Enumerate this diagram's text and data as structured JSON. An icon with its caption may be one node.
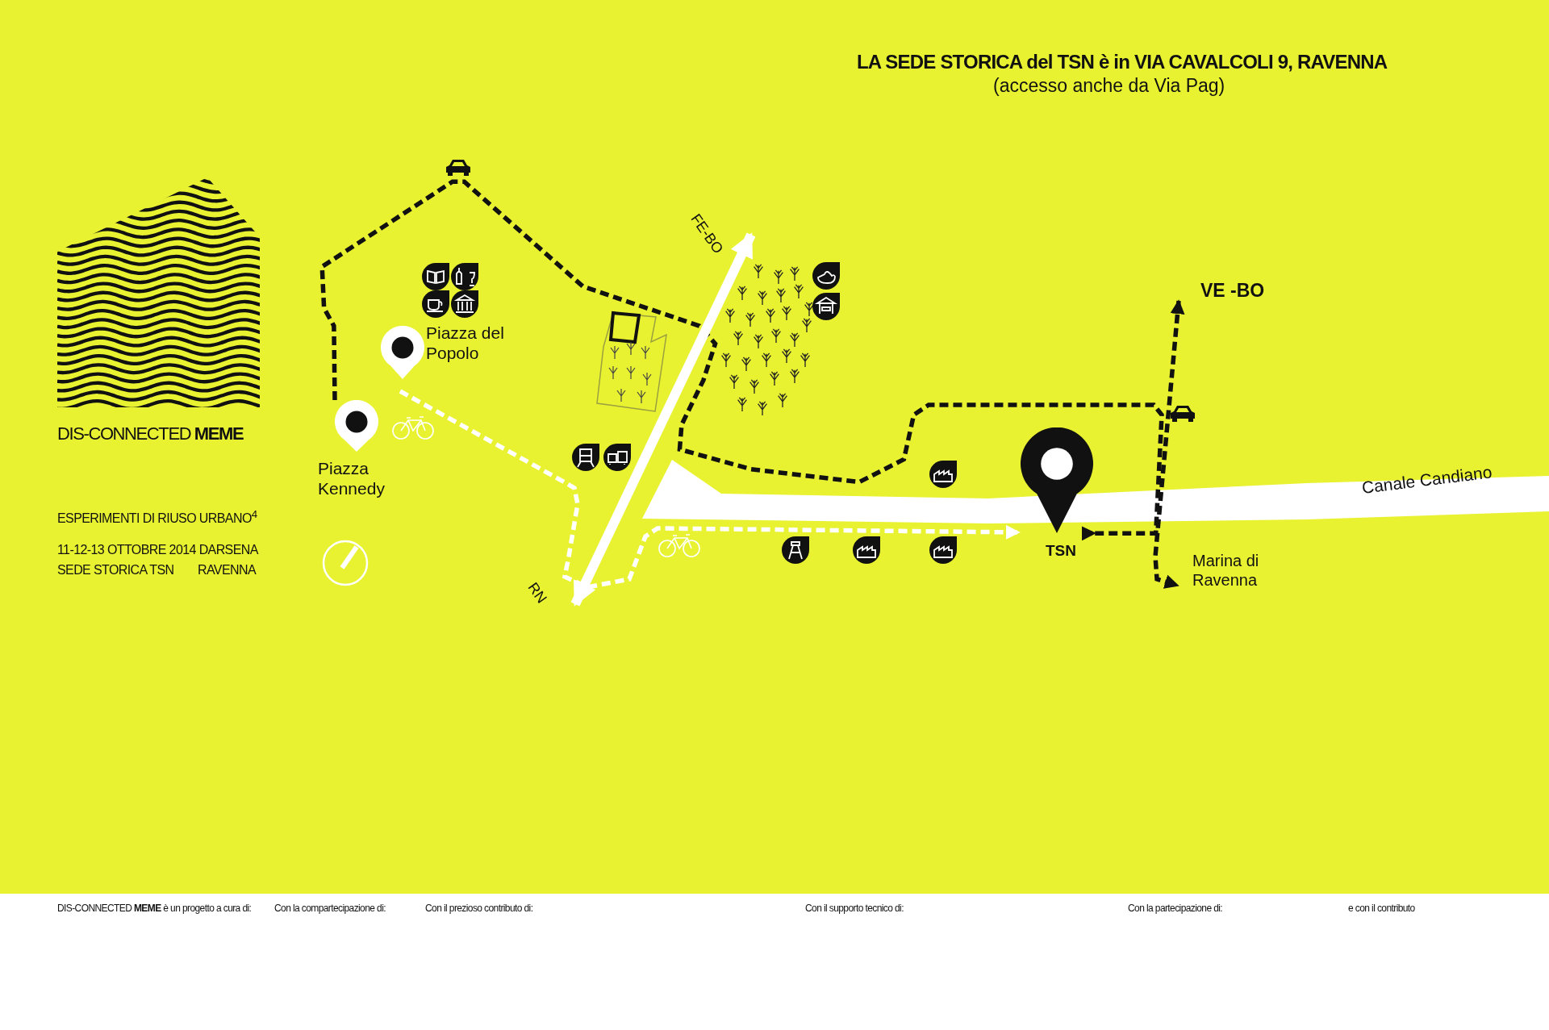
{
  "diagram": {
    "title": "LA SEDE STORICA del TSN è in VIA CAVALCOLI 9, RAVENNA",
    "nodes": [
      {
        "text": [
          "Piazza Kennedy"
        ]
      },
      {
        "text": [
          "Piazza del Popolo"
        ]
      },
      {
        "text": [
          "TSN"
        ]
      },
      {
        "text": [
          "VE -BO"
        ]
      },
      {
        "text": [
          "Marina di Ravenna"
        ]
      },
      {
        "text": [
          "FE-BO"
        ]
      },
      {
        "text": [
          "RN"
        ]
      },
      {
        "text": [
          "Canale Candiano"
        ]
      }
    ],
    "edges": [
      {
        "from": 0,
        "to": 2,
        "arrow": "to",
        "style": "dashed"
      },
      {
        "from": 3,
        "to": 4,
        "arrow": "both",
        "style": "dashed"
      },
      {
        "from": 1,
        "to": 2,
        "arrow": "to",
        "style": "dashed",
        "color": "#ffffff"
      },
      {
        "from": 6,
        "to": 5,
        "arrow": "both",
        "style": "thick",
        "color": "#ffffff"
      }
    ],
    "labels": [
      "(accesso anche da Via Pag)",
      "DIS-CONNECTED **MEME**",
      "ESPERIMENTI DI RIUSO URBANO$^{4}$",
      "11-12-13 OTTOBRE 2014 DARSENA",
      "SEDE STORICA TSN",
      "RAVENNA",
      "DIS-CONNECTED **MEME** è un progetto a cura di:",
      "Con la compartecipazione di:",
      "Con il prezioso contributo di:",
      "Con il supporto tecnico di:",
      "Con la partecipazione di:",
      "e con il contributo"
    ]
  }
}
